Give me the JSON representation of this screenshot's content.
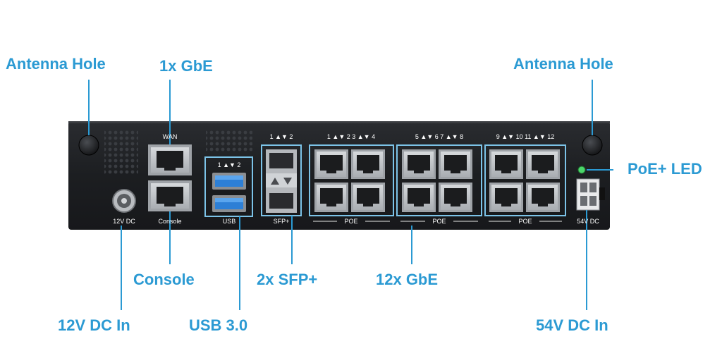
{
  "callouts": {
    "antenna_left": "Antenna Hole",
    "gbe_1x": "1x GbE",
    "antenna_right": "Antenna Hole",
    "poe_led": "PoE+ LED",
    "console": "Console",
    "sfp": "2x SFP+",
    "gbe_12x": "12x GbE",
    "dc12": "12V DC In",
    "usb": "USB 3.0",
    "dc54": "54V DC In"
  },
  "panel": {
    "wan": "WAN",
    "dc12": "12V DC",
    "console": "Console",
    "usb": "USB",
    "usb_ports": "1 ▲▼ 2",
    "sfp": "SFP+",
    "sfp_ports": "1 ▲▼ 2",
    "group1_ports": "1 ▲▼ 2   3 ▲▼ 4",
    "group2_ports": "5 ▲▼ 6   7 ▲▼ 8",
    "group3_ports": "9 ▲▼ 10 11 ▲▼ 12",
    "poe": "POE",
    "dc54": "54V DC"
  },
  "colors": {
    "accent": "#2b9ad3",
    "chassis": "#1d1f22",
    "port": "#c9ccd0",
    "led": "#4bd66a"
  }
}
